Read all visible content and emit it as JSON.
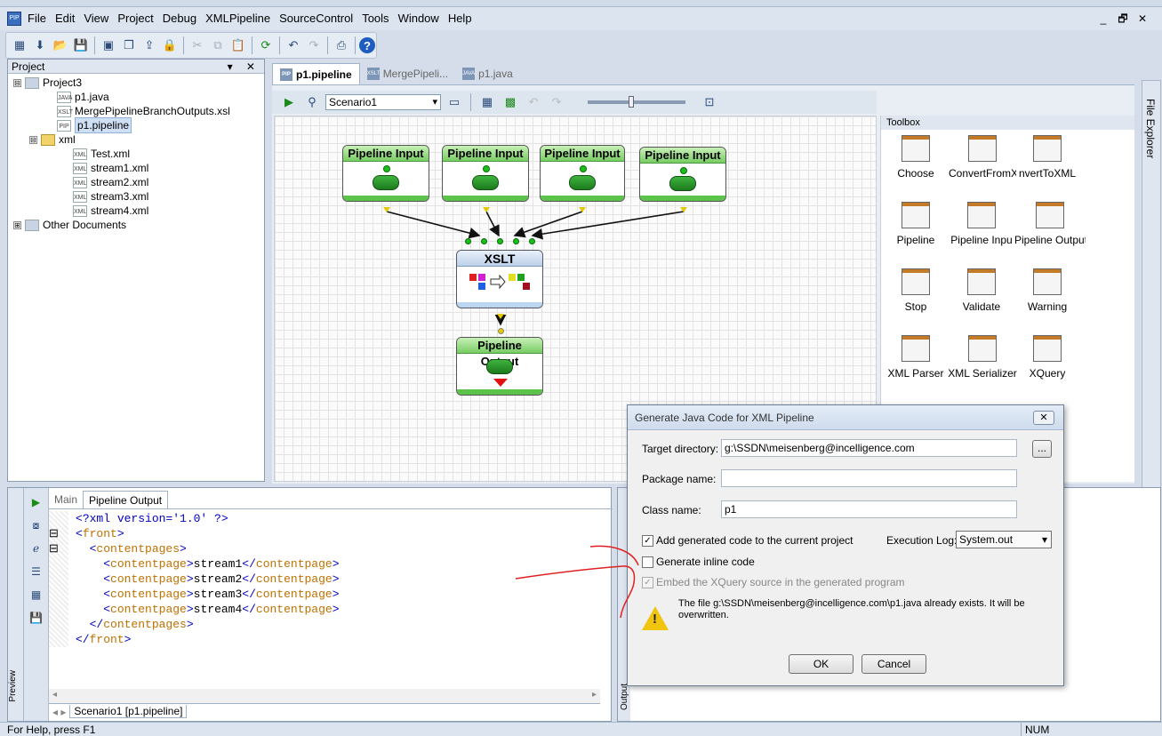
{
  "menu": {
    "items": [
      "File",
      "Edit",
      "View",
      "Project",
      "Debug",
      "XMLPipeline",
      "SourceControl",
      "Tools",
      "Window",
      "Help"
    ],
    "window_controls": [
      "_",
      "🗗",
      "✕"
    ]
  },
  "toolbar": {
    "icons": [
      "xml-icon",
      "download-icon",
      "open-icon",
      "save-icon",
      "view-icon",
      "copy-doc-icon",
      "export-icon",
      "lock-icon",
      "cut-icon",
      "copy-icon",
      "paste-icon",
      "refresh-icon",
      "undo-icon",
      "redo-icon",
      "print-icon",
      "help-icon"
    ]
  },
  "project": {
    "title": "Project",
    "controls": "▾ ✕",
    "tree": [
      {
        "label": "Project3",
        "depth": 0,
        "exp": "⊟",
        "icon": "project-icon",
        "icon_text": ""
      },
      {
        "label": "p1.java",
        "depth": 2,
        "exp": "",
        "icon": "java-file-icon",
        "icon_text": "JAVA"
      },
      {
        "label": "MergePipelineBranchOutputs.xsl",
        "depth": 2,
        "exp": "",
        "icon": "xslt-file-icon",
        "icon_text": "XSLT"
      },
      {
        "label": "p1.pipeline",
        "depth": 2,
        "exp": "",
        "icon": "pipeline-file-icon",
        "icon_text": "PIP",
        "selected": true
      },
      {
        "label": "xml",
        "depth": 1,
        "exp": "⊟",
        "icon": "folder-icon",
        "icon_text": ""
      },
      {
        "label": "Test.xml",
        "depth": 3,
        "exp": "",
        "icon": "xml-file-icon",
        "icon_text": "XML"
      },
      {
        "label": "stream1.xml",
        "depth": 3,
        "exp": "",
        "icon": "xml-file-icon",
        "icon_text": "XML"
      },
      {
        "label": "stream2.xml",
        "depth": 3,
        "exp": "",
        "icon": "xml-file-icon",
        "icon_text": "XML"
      },
      {
        "label": "stream3.xml",
        "depth": 3,
        "exp": "",
        "icon": "xml-file-icon",
        "icon_text": "XML"
      },
      {
        "label": "stream4.xml",
        "depth": 3,
        "exp": "",
        "icon": "xml-file-icon",
        "icon_text": "XML"
      },
      {
        "label": "Other Documents",
        "depth": 0,
        "exp": "⊞",
        "icon": "documents-icon",
        "icon_text": ""
      }
    ]
  },
  "editor": {
    "tabs": [
      {
        "label": "p1.pipeline",
        "active": true,
        "icon_text": "PIP"
      },
      {
        "label": "MergePipeli...",
        "active": false,
        "icon_text": "XSLT"
      },
      {
        "label": "p1.java",
        "active": false,
        "icon_text": "JAVA"
      }
    ],
    "scenario": "Scenario1"
  },
  "pipeline": {
    "inputs": [
      "Pipeline Input",
      "Pipeline Input",
      "Pipeline Input",
      "Pipeline Input"
    ],
    "xslt": "XSLT",
    "output": "Pipeline Output"
  },
  "toolbox": {
    "title": "Toolbox",
    "tools": [
      "Choose",
      "ConvertFromXML",
      "nvertToXML",
      "Pipeline",
      "Pipeline Inpu",
      "Pipeline Output",
      "Stop",
      "Validate",
      "Warning",
      "XML Parser",
      "XML Serializer",
      "XQuery"
    ]
  },
  "file_explorer": {
    "label": "File Explorer"
  },
  "bottom": {
    "tabs": [
      {
        "label": "Main",
        "active": false
      },
      {
        "label": "Pipeline Output",
        "active": true
      }
    ],
    "xml_lines": [
      {
        "indent": 0,
        "text": "<?xml version='1.0' ?>",
        "gut": ""
      },
      {
        "indent": 0,
        "text": "<front>",
        "gut": "⊟"
      },
      {
        "indent": 1,
        "text": "<contentpages>",
        "gut": "⊟"
      },
      {
        "indent": 2,
        "text": "<contentpage>stream1</contentpage>",
        "gut": ""
      },
      {
        "indent": 2,
        "text": "<contentpage>stream2</contentpage>",
        "gut": ""
      },
      {
        "indent": 2,
        "text": "<contentpage>stream3</contentpage>",
        "gut": ""
      },
      {
        "indent": 2,
        "text": "<contentpage>stream4</contentpage>",
        "gut": ""
      },
      {
        "indent": 1,
        "text": "</contentpages>",
        "gut": ""
      },
      {
        "indent": 0,
        "text": "</front>",
        "gut": ""
      }
    ],
    "scenario_tab": "Scenario1 [p1.pipeline]",
    "preview_label": "Preview"
  },
  "output": {
    "label": "Output"
  },
  "dialog": {
    "title": "Generate Java Code for XML Pipeline",
    "target_label": "Target directory:",
    "target_value": "g:\\SSDN\\meisenberg@incelligence.com",
    "browse": "...",
    "package_label": "Package name:",
    "package_value": "",
    "class_label": "Class name:",
    "class_value": "p1",
    "add_code_label": "Add generated code to the current project",
    "add_code_checked": true,
    "exec_log_label": "Execution Log:",
    "exec_log_value": "System.out",
    "inline_label": "Generate inline code",
    "inline_checked": false,
    "embed_label": "Embed the XQuery source in the generated program",
    "embed_checked": true,
    "warning_text": "The file g:\\SSDN\\meisenberg@incelligence.com\\p1.java already exists. It will be overwritten.",
    "ok": "OK",
    "cancel": "Cancel"
  },
  "status": {
    "text": "For Help, press F1",
    "num": "NUM"
  },
  "colors": {
    "accent": "#2a4a7a",
    "node_green": "#5bc24a",
    "annotation_red": "#e02020"
  }
}
